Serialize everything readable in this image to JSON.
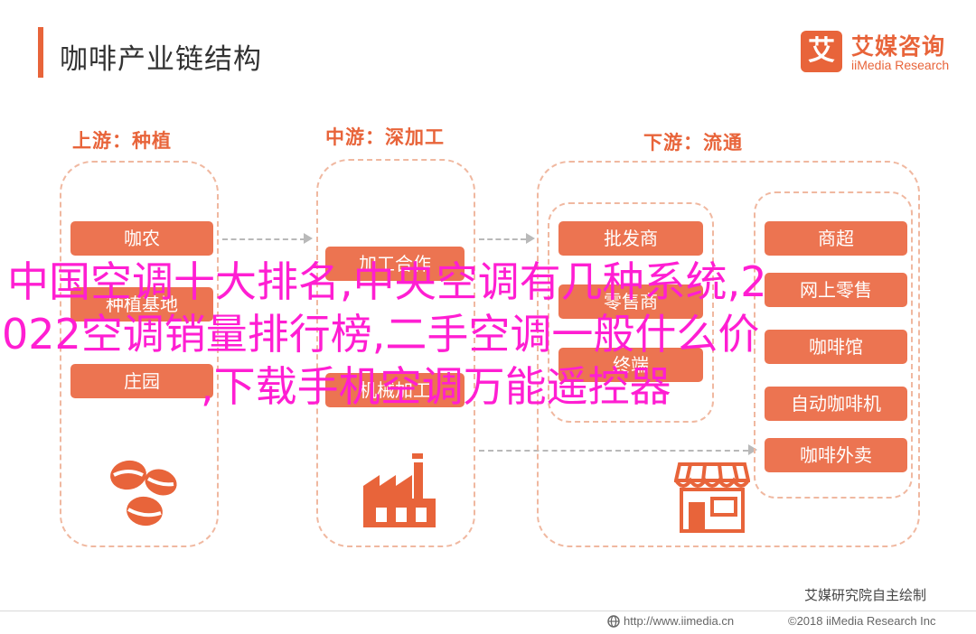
{
  "header": {
    "title": "咖啡产业链结构"
  },
  "logo": {
    "mark": "艾",
    "name_cn": "艾媒咨询",
    "name_en": "iiMedia Research"
  },
  "stages": {
    "upstream": {
      "label": "上游：种植",
      "items": [
        "咖农",
        "种植基地",
        "庄园"
      ]
    },
    "midstream": {
      "label": "中游：深加工",
      "items": [
        "加工合作",
        "",
        "机械加工"
      ]
    },
    "downstream": {
      "label": "下游：流通",
      "wholesale": [
        "批发商",
        "零售商",
        "终端"
      ],
      "retail": [
        "商超",
        "网上零售",
        "咖啡馆",
        "自动咖啡机",
        "咖啡外卖"
      ]
    }
  },
  "credit": "艾媒研究院自主绘制",
  "footer": {
    "url": "http://www.iimedia.cn",
    "copyright": "©2018  iiMedia Research  Inc"
  },
  "overlay": {
    "line1": "中国空调十大排名,中央空调有几种系统,2",
    "line2": "022空调销量排行榜,二手空调一般什么价",
    "line3": ",下载手机空调万能遥控器"
  },
  "colors": {
    "accent": "#e8643a",
    "pill": "#ec7451",
    "dash": "#f0b8a0",
    "overlay": "#ff1ed2"
  },
  "icons": [
    "coffee-beans-icon",
    "factory-icon",
    "shop-icon",
    "globe-icon"
  ]
}
